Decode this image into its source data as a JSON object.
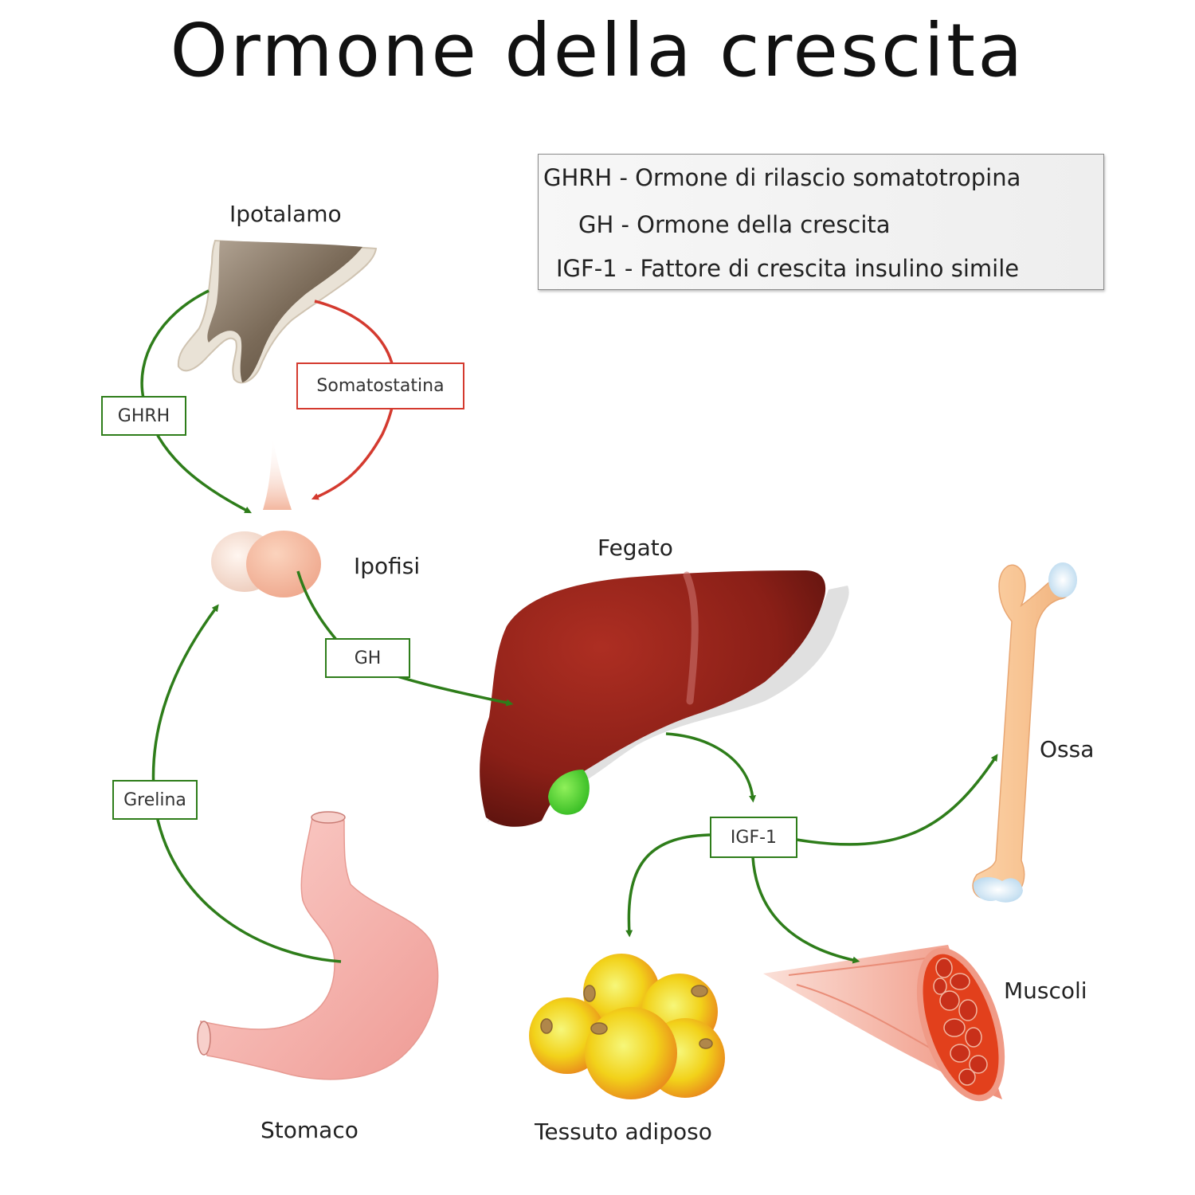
{
  "title": "Ormone della crescita",
  "legend": [
    "GHRH - Ormone di rilascio somatotropina",
    "GH - Ormone della crescita",
    "IGF-1 - Fattore di crescita insulino simile"
  ],
  "organs": {
    "hypothalamus": "Ipotalamo",
    "pituitary": "Ipofisi",
    "liver": "Fegato",
    "bone": "Ossa",
    "muscle": "Muscoli",
    "adipose": "Tessuto adiposo",
    "stomach": "Stomaco"
  },
  "hormones": {
    "ghrh": "GHRH",
    "somatostatin": "Somatostatina",
    "gh": "GH",
    "ghrelin": "Grelina",
    "igf1": "IGF-1"
  },
  "colors": {
    "stimulating_arrow": "#2e7d1a",
    "inhibiting_arrow": "#d43a2f",
    "liver": "#8e2218",
    "gallbladder": "#4fd62b",
    "stomach": "#f2a3a0",
    "pituitary": "#f6c0a8",
    "bone": "#f7c89a",
    "fat_cell": "#f2c21a",
    "muscle_section": "#e2401c"
  }
}
